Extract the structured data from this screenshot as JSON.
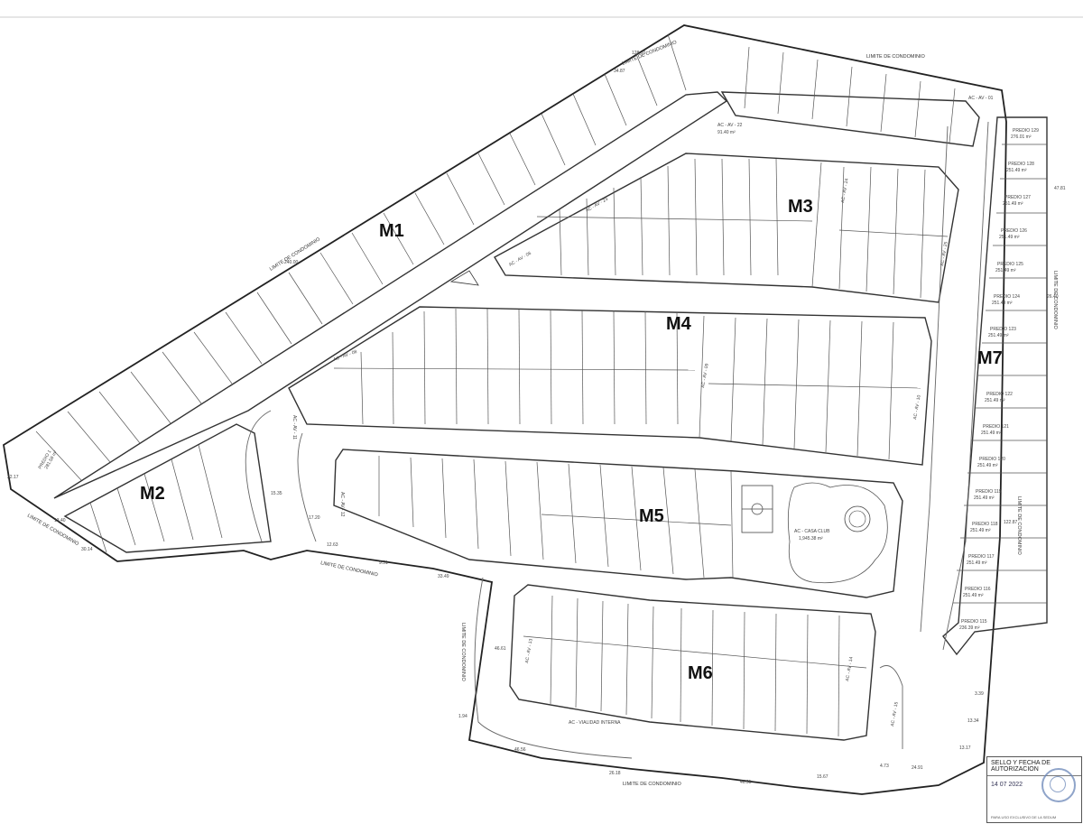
{
  "manzanas": [
    "M1",
    "M2",
    "M3",
    "M4",
    "M5",
    "M6",
    "M7"
  ],
  "boundary_labels": {
    "north_west": "LIMITE DE CONDOMINIO",
    "north": "LIMITE DE CONDOMINIO",
    "west": "LIMITE DE CONDOMINIO",
    "south_west": "LIMITE DE CONDOMINIO",
    "south": "LIMITE DE CONDOMINIO",
    "east": "LIMITE DE CONDOMINIO",
    "east_lower": "LIMITE DE CONDOMINIO",
    "mid_west": "LIMITE DE CONDOMINIO",
    "inner_m1": "LIMITE DE CONDOMINIO"
  },
  "dimensions": {
    "d1": "128.70",
    "d2": "34.87",
    "d3": "240.00",
    "d4": "22.17",
    "d5": "30.14",
    "d6": "13.40",
    "d7": "15.35",
    "d8": "17.20",
    "d9": "12.63",
    "d10": "9.51",
    "d11": "33.49",
    "d12": "46.61",
    "d13": "1.94",
    "d14": "46.56",
    "d15": "26.18",
    "d16": "46.95",
    "d17": "15.67",
    "d18": "4.73",
    "d19": "24.91",
    "d20": "13.17",
    "d21": "13.34",
    "d22": "3.39",
    "d23": "122.87",
    "d24": "26.40",
    "d25": "47.81"
  },
  "common_areas": {
    "av22": "AC - AV - 22",
    "av22_area": "91.40 m²",
    "av23": "AC - AV - 23",
    "av24": "AC - AV - 24",
    "av25": "AC - AV - 25",
    "av06": "AC - AV - 06",
    "av08": "AC - AV - 08",
    "av09": "AC - AV - 09",
    "av10": "AC - AV - 10",
    "av11": "AC - AV - 11",
    "av12": "AC - AV - 12",
    "av13": "AC - AV - 13",
    "av14": "AC - AV - 14",
    "av15": "AC - AV - 15",
    "av01": "AC - AV - 01",
    "club": "AC - CASA CLUB",
    "club_area": "1,945.38 m²",
    "vialidad": "AC - VIALIDAD INTERNA"
  },
  "m7_lots": [
    {
      "name": "PREDIO 129",
      "area": "276.01 m²"
    },
    {
      "name": "PREDIO 128",
      "area": "251.49 m²"
    },
    {
      "name": "PREDIO 127",
      "area": "251.49 m²"
    },
    {
      "name": "PREDIO 126",
      "area": "251.49 m²"
    },
    {
      "name": "PREDIO 125",
      "area": "251.49 m²"
    },
    {
      "name": "PREDIO 124",
      "area": "251.49 m²"
    },
    {
      "name": "PREDIO 123",
      "area": "251.49 m²"
    },
    {
      "name": "PREDIO 122",
      "area": "251.49 m²"
    },
    {
      "name": "PREDIO 121",
      "area": "251.49 m²"
    },
    {
      "name": "PREDIO 120",
      "area": "251.49 m²"
    },
    {
      "name": "PREDIO 119",
      "area": "251.49 m²"
    },
    {
      "name": "PREDIO 118",
      "area": "251.49 m²"
    },
    {
      "name": "PREDIO 117",
      "area": "251.49 m²"
    },
    {
      "name": "PREDIO 116",
      "area": "251.49 m²"
    },
    {
      "name": "PREDIO 115",
      "area": "236.39 m²"
    }
  ],
  "m1_first_lot": {
    "name": "PREDIO 1",
    "area": "281.58 m²"
  },
  "seal": {
    "title": "SELLO Y FECHA DE AUTORIZACION",
    "date": "14 07 2022",
    "footer": "PARA USO EXCLUSIVO DE LA SEDUM"
  }
}
